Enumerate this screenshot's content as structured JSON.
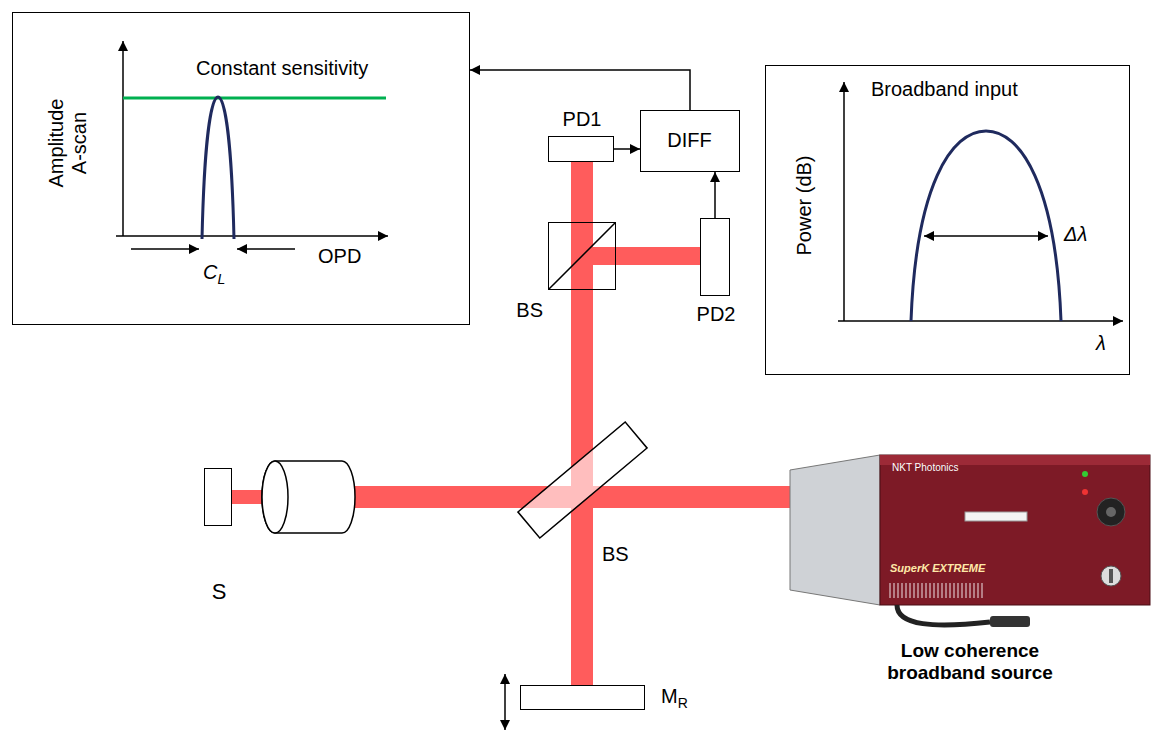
{
  "diagram": {
    "nodes": [
      {
        "text": [
          "Constant sensitivity",
          "Amplitude A-scan",
          "CL",
          "OPD"
        ]
      },
      {
        "text": [
          "Broadband input",
          "Power (dB)",
          "Δλ",
          "λ"
        ]
      },
      {
        "text": [
          "PD1"
        ]
      },
      {
        "text": [
          "DIFF"
        ]
      },
      {
        "text": [
          "BS"
        ]
      },
      {
        "text": [
          "PD2"
        ]
      },
      {
        "text": [
          "BS"
        ]
      },
      {
        "text": [
          "S"
        ]
      },
      {
        "text": [
          "MR"
        ]
      },
      {
        "text": [
          "Low coherence broadband source"
        ]
      }
    ],
    "edges": [
      {
        "from": 2,
        "to": 3,
        "arrow": "to"
      },
      {
        "from": 5,
        "to": 3,
        "arrow": "to"
      },
      {
        "from": 3,
        "to": 0,
        "arrow": "to"
      }
    ],
    "labels": [
      "NKT Photonics",
      "SuperK EXTREME"
    ]
  }
}
